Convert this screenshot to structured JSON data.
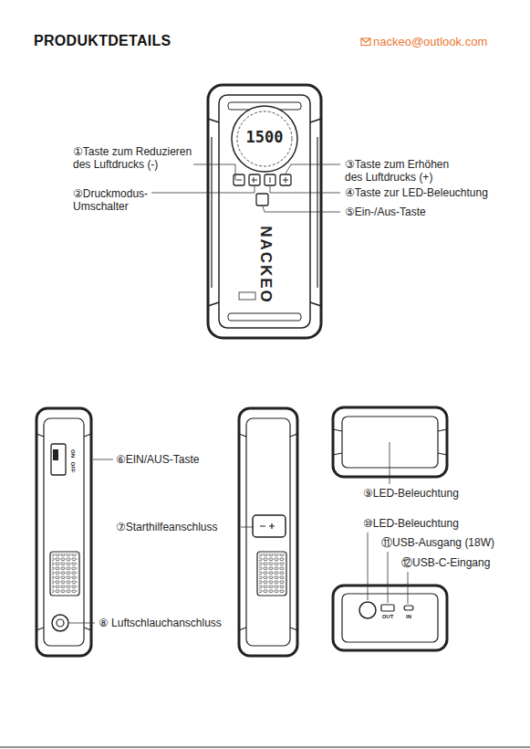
{
  "diagram": {
    "title": "PRODUKTDETAILS",
    "labels": [
      "nackeo@outlook.com",
      "①Taste zum Reduzieren des Luftdrucks (-)",
      "②Druckmodus- Umschalter",
      "③Taste zum Erhöhen des Luftdrucks (+)",
      "④Taste zur LED-Beleuchtung",
      "⑤Ein-/Aus-Taste",
      "⑥EIN/AUS-Taste",
      "⑦Starthilfeanschluss",
      "⑧ Luftschlauchanschluss",
      "⑨LED-Beleuchtung",
      "⑩LED-Beleuchtung",
      "⑪USB-Ausgang (18W)",
      "⑫USB-C-Eingang",
      "1500",
      "NACKEO",
      "ON",
      "OFF",
      "OUT",
      "IN"
    ]
  }
}
